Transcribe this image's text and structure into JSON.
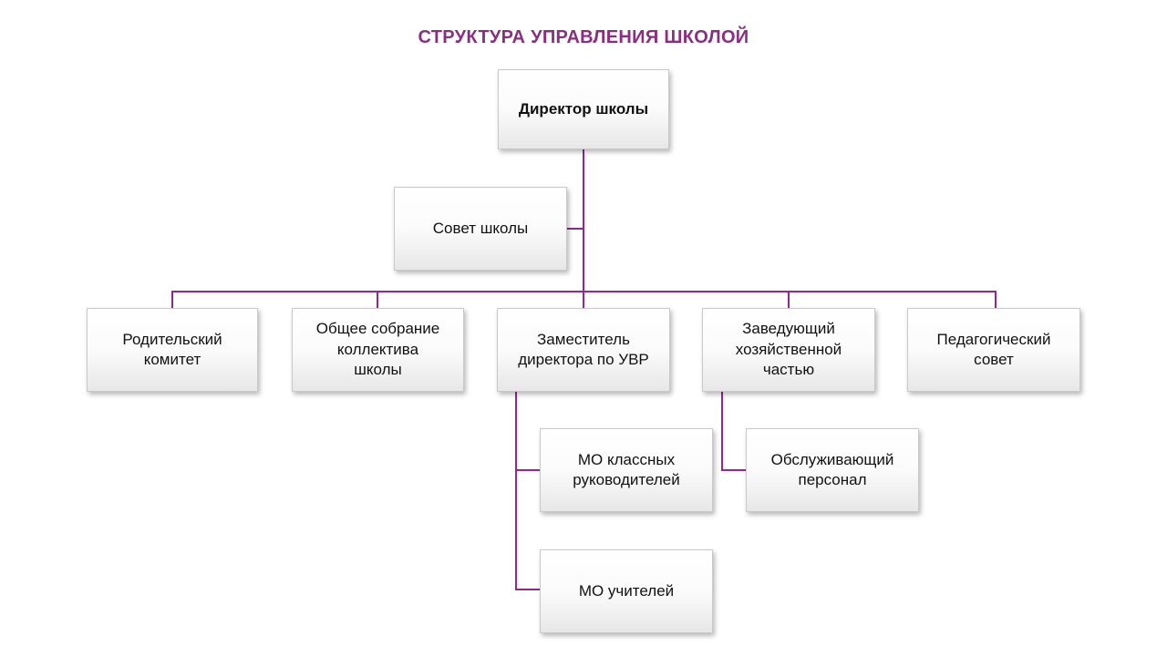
{
  "title": "СТРУКТУРА УПРАВЛЕНИЯ ШКОЛОЙ",
  "colors": {
    "title": "#8B2E83",
    "connector": "#93278F",
    "node_border": "#c9c9c9",
    "node_fill_top": "#ffffff",
    "node_fill_bottom": "#e7e7e7",
    "node_text": "#111111"
  },
  "nodes": {
    "director": {
      "label": "Директор школы"
    },
    "sovet": {
      "label": "Совет школы"
    },
    "roditelsky": {
      "label": "Родительский\nкомитет"
    },
    "obshchee": {
      "label": "Общее собрание\nколлектива\nшколы"
    },
    "zamestitel": {
      "label": "Заместитель\nдиректора по УВР"
    },
    "zaveduyushchiy": {
      "label": "Заведующий\nхозяйственной\nчастью"
    },
    "pedsovet": {
      "label": "Педагогический\nсовет"
    },
    "mo_klassnykh": {
      "label": "МО классных\nруководителей"
    },
    "obsluzhivayushchiy": {
      "label": "Обслуживающий\nперсонал"
    },
    "mo_uchiteley": {
      "label": "МО учителей"
    }
  },
  "hierarchy": [
    {
      "parent": "Директор школы",
      "children": [
        "Совет школы",
        "Родительский комитет",
        "Общее собрание коллектива школы",
        "Заместитель директора по УВР",
        "Заведующий хозяйственной частью",
        "Педагогический совет"
      ]
    },
    {
      "parent": "Заместитель директора по УВР",
      "children": [
        "МО классных руководителей",
        "МО учителей"
      ]
    },
    {
      "parent": "Заведующий хозяйственной частью",
      "children": [
        "Обслуживающий персонал"
      ]
    }
  ]
}
